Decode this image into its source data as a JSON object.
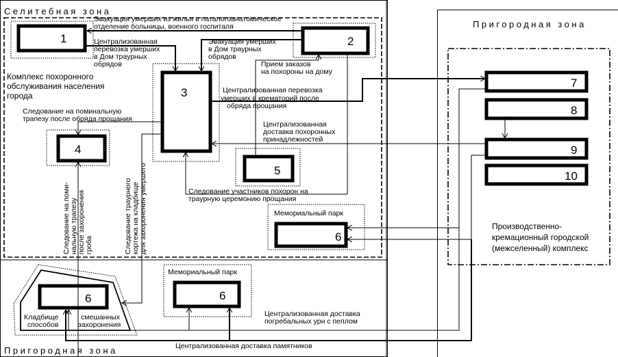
{
  "zones": {
    "residential_title": "Селитебная зона",
    "suburban_title_right": "Пригородная зона",
    "suburban_title_bottom": "Пригородная зона"
  },
  "complex_label": [
    "Комплекс похоронного",
    "обслуживания населения",
    "города"
  ],
  "crematory_complex_label": [
    "Производственно-",
    "кремационный городской",
    "(межселенный) комплекс"
  ],
  "memorial_park_label": "Мемориальный парк",
  "memorial_park_label_2": "Мемориальный парк",
  "cemetery_labels": {
    "left": [
      "Кладбище",
      "способов"
    ],
    "right": [
      "смешанных",
      "захоронения"
    ]
  },
  "boxes": [
    {
      "id": "1",
      "label": "1"
    },
    {
      "id": "2",
      "label": "2"
    },
    {
      "id": "3",
      "label": "3"
    },
    {
      "id": "4",
      "label": "4"
    },
    {
      "id": "5",
      "label": "5"
    },
    {
      "id": "6a",
      "label": "6"
    },
    {
      "id": "6b",
      "label": "6"
    },
    {
      "id": "6c",
      "label": "6"
    },
    {
      "id": "7",
      "label": "7"
    },
    {
      "id": "8",
      "label": "8"
    },
    {
      "id": "9",
      "label": "9"
    },
    {
      "id": "10",
      "label": "10"
    }
  ],
  "flows": {
    "evac_hospital": [
      "Эвакуация умерших из жилья в паталогоанатомическое",
      "отделение больницы, военного госпиталя"
    ],
    "central_transport_house": [
      "Централизованная",
      "перевозка умерших",
      "в Дом траурных",
      "обрядов"
    ],
    "evac_house": [
      "Эвакуация умерших",
      "в Дом траурных",
      "обрядов"
    ],
    "orders_home": [
      "Прием заказов",
      "на похороны на дому"
    ],
    "central_transport_crematory": [
      "Централизованная перевозка",
      "умерших в крематорий после",
      "обряда прощания"
    ],
    "memorial_meal": [
      "Следование на поминальную",
      "трапезу после обряда прощания"
    ],
    "central_delivery_items": [
      "Централизованная",
      "доставка похоронных",
      "принадлежностей"
    ],
    "ceremony_participants": [
      "Следование участников похорон на",
      "траурную церемонию прощания"
    ],
    "memorial_meal_after_burial": [
      "Следование на поми-",
      "нальную трапезу",
      "после захоронения",
      "гроба"
    ],
    "cortege_cemetery": [
      "Следование траурного",
      "кортежа на кладбище",
      "для захоронения умершего"
    ],
    "urn_delivery": [
      "Централизованная доставка",
      "погребальных урн с пеплом"
    ],
    "monument_delivery": "Централизованная доставка памятников"
  }
}
